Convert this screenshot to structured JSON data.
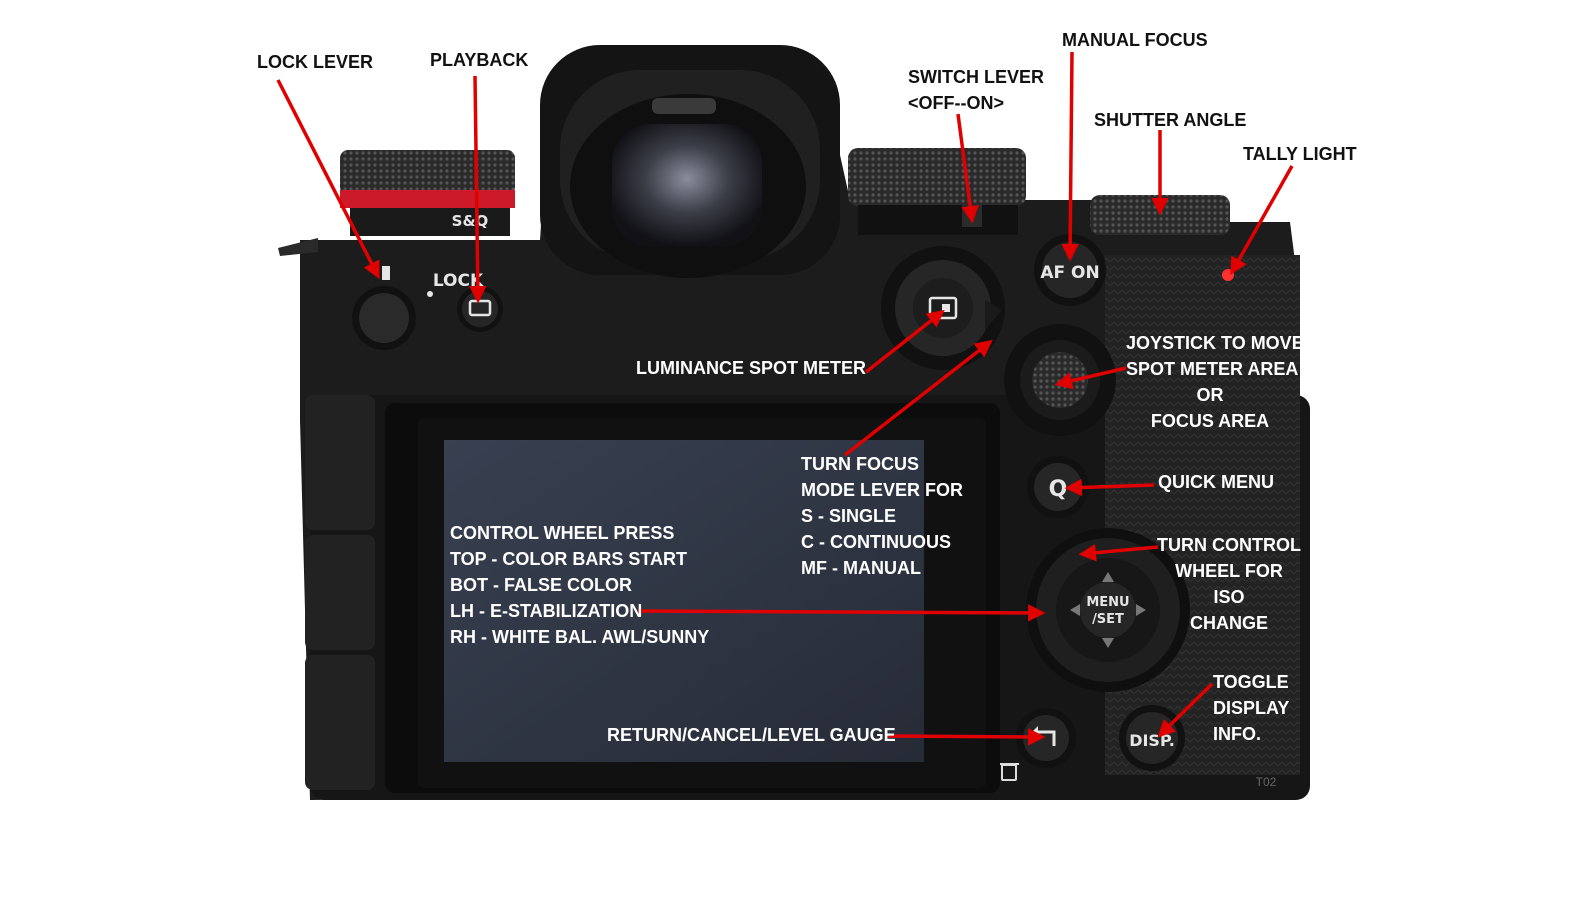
{
  "camera": {
    "dial_mode_text": "S&Q",
    "lock_text": "LOCK",
    "af_on_text": "AF ON",
    "q_text": "Q",
    "menu_set_text": "MENU\n/SET",
    "disp_text": "DISP.",
    "model_code": "T02",
    "colors": {
      "body": "#1c1c1c",
      "arrow": "#e00000",
      "accent_ring": "#cc1a2a",
      "screen": "#2e3542"
    }
  },
  "callouts": {
    "lock_lever": "LOCK LEVER",
    "playback": "PLAYBACK",
    "manual_focus": "MANUAL FOCUS",
    "switch_lever": "SWITCH LEVER\n<OFF--ON>",
    "shutter_angle": "SHUTTER ANGLE",
    "tally_light": "TALLY LIGHT",
    "joystick": "JOYSTICK TO MOVE\nSPOT METER AREA\nOR\nFOCUS AREA",
    "luminance_spot_meter": "LUMINANCE SPOT METER",
    "turn_focus": "TURN FOCUS\nMODE LEVER FOR\nS - SINGLE\nC - CONTINUOUS\nMF - MANUAL",
    "quick_menu": "QUICK MENU",
    "control_wheel_press": "CONTROL WHEEL PRESS\nTOP - COLOR BARS START\nBOT - FALSE COLOR\nLH - E-STABILIZATION\nRH - WHITE BAL. AWL/SUNNY",
    "turn_control_wheel": "TURN CONTROL\nWHEEL FOR\nISO\nCHANGE",
    "toggle_display": "TOGGLE\nDISPLAY\nINFO.",
    "return_cancel": "RETURN/CANCEL/LEVEL GAUGE"
  }
}
